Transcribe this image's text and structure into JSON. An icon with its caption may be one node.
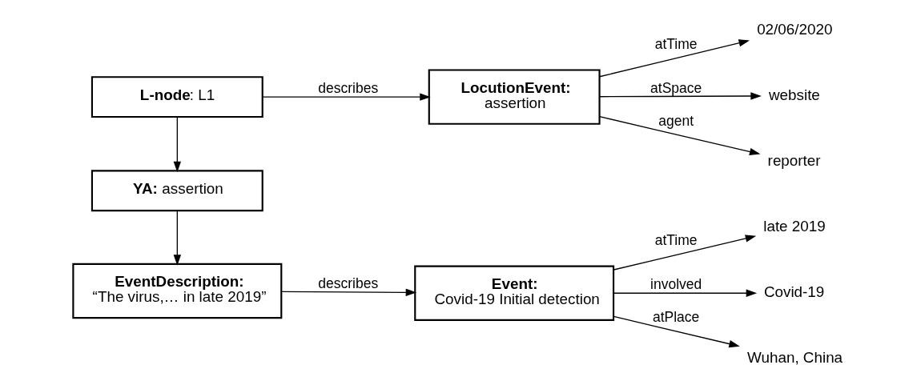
{
  "diagram": {
    "nodes": [
      {
        "text": [
          "**L-node**: L1"
        ]
      },
      {
        "text": [
          "LocutionEvent:",
          "assertion"
        ]
      },
      {
        "text": [
          "**YA:** assertion"
        ]
      },
      {
        "text": [
          "EventDescription:",
          "“The virus,… in late 2019”"
        ]
      },
      {
        "text": [
          "Event:",
          "Covid-19 Initial detection"
        ]
      },
      {
        "text": [
          "02/06/2020"
        ]
      },
      {
        "text": [
          "website"
        ]
      },
      {
        "text": [
          "reporter"
        ]
      },
      {
        "text": [
          "late 2019"
        ]
      },
      {
        "text": [
          "Covid-19"
        ]
      },
      {
        "text": [
          "Wuhan, China"
        ]
      }
    ],
    "edges": [
      {
        "from": 0,
        "to": 1,
        "arrow": "to",
        "label": "describes"
      },
      {
        "from": 0,
        "to": 2,
        "arrow": "to"
      },
      {
        "from": 2,
        "to": 3,
        "arrow": "to"
      },
      {
        "from": 3,
        "to": 4,
        "arrow": "to",
        "label": "describes"
      },
      {
        "from": 1,
        "to": 5,
        "arrow": "to",
        "label": "atTime"
      },
      {
        "from": 1,
        "to": 6,
        "arrow": "to",
        "label": "atSpace"
      },
      {
        "from": 1,
        "to": 7,
        "arrow": "to",
        "label": "agent"
      },
      {
        "from": 4,
        "to": 8,
        "arrow": "to",
        "label": "atTime"
      },
      {
        "from": 4,
        "to": 9,
        "arrow": "to",
        "label": "involved"
      },
      {
        "from": 4,
        "to": 10,
        "arrow": "to",
        "label": "atPlace"
      }
    ]
  }
}
